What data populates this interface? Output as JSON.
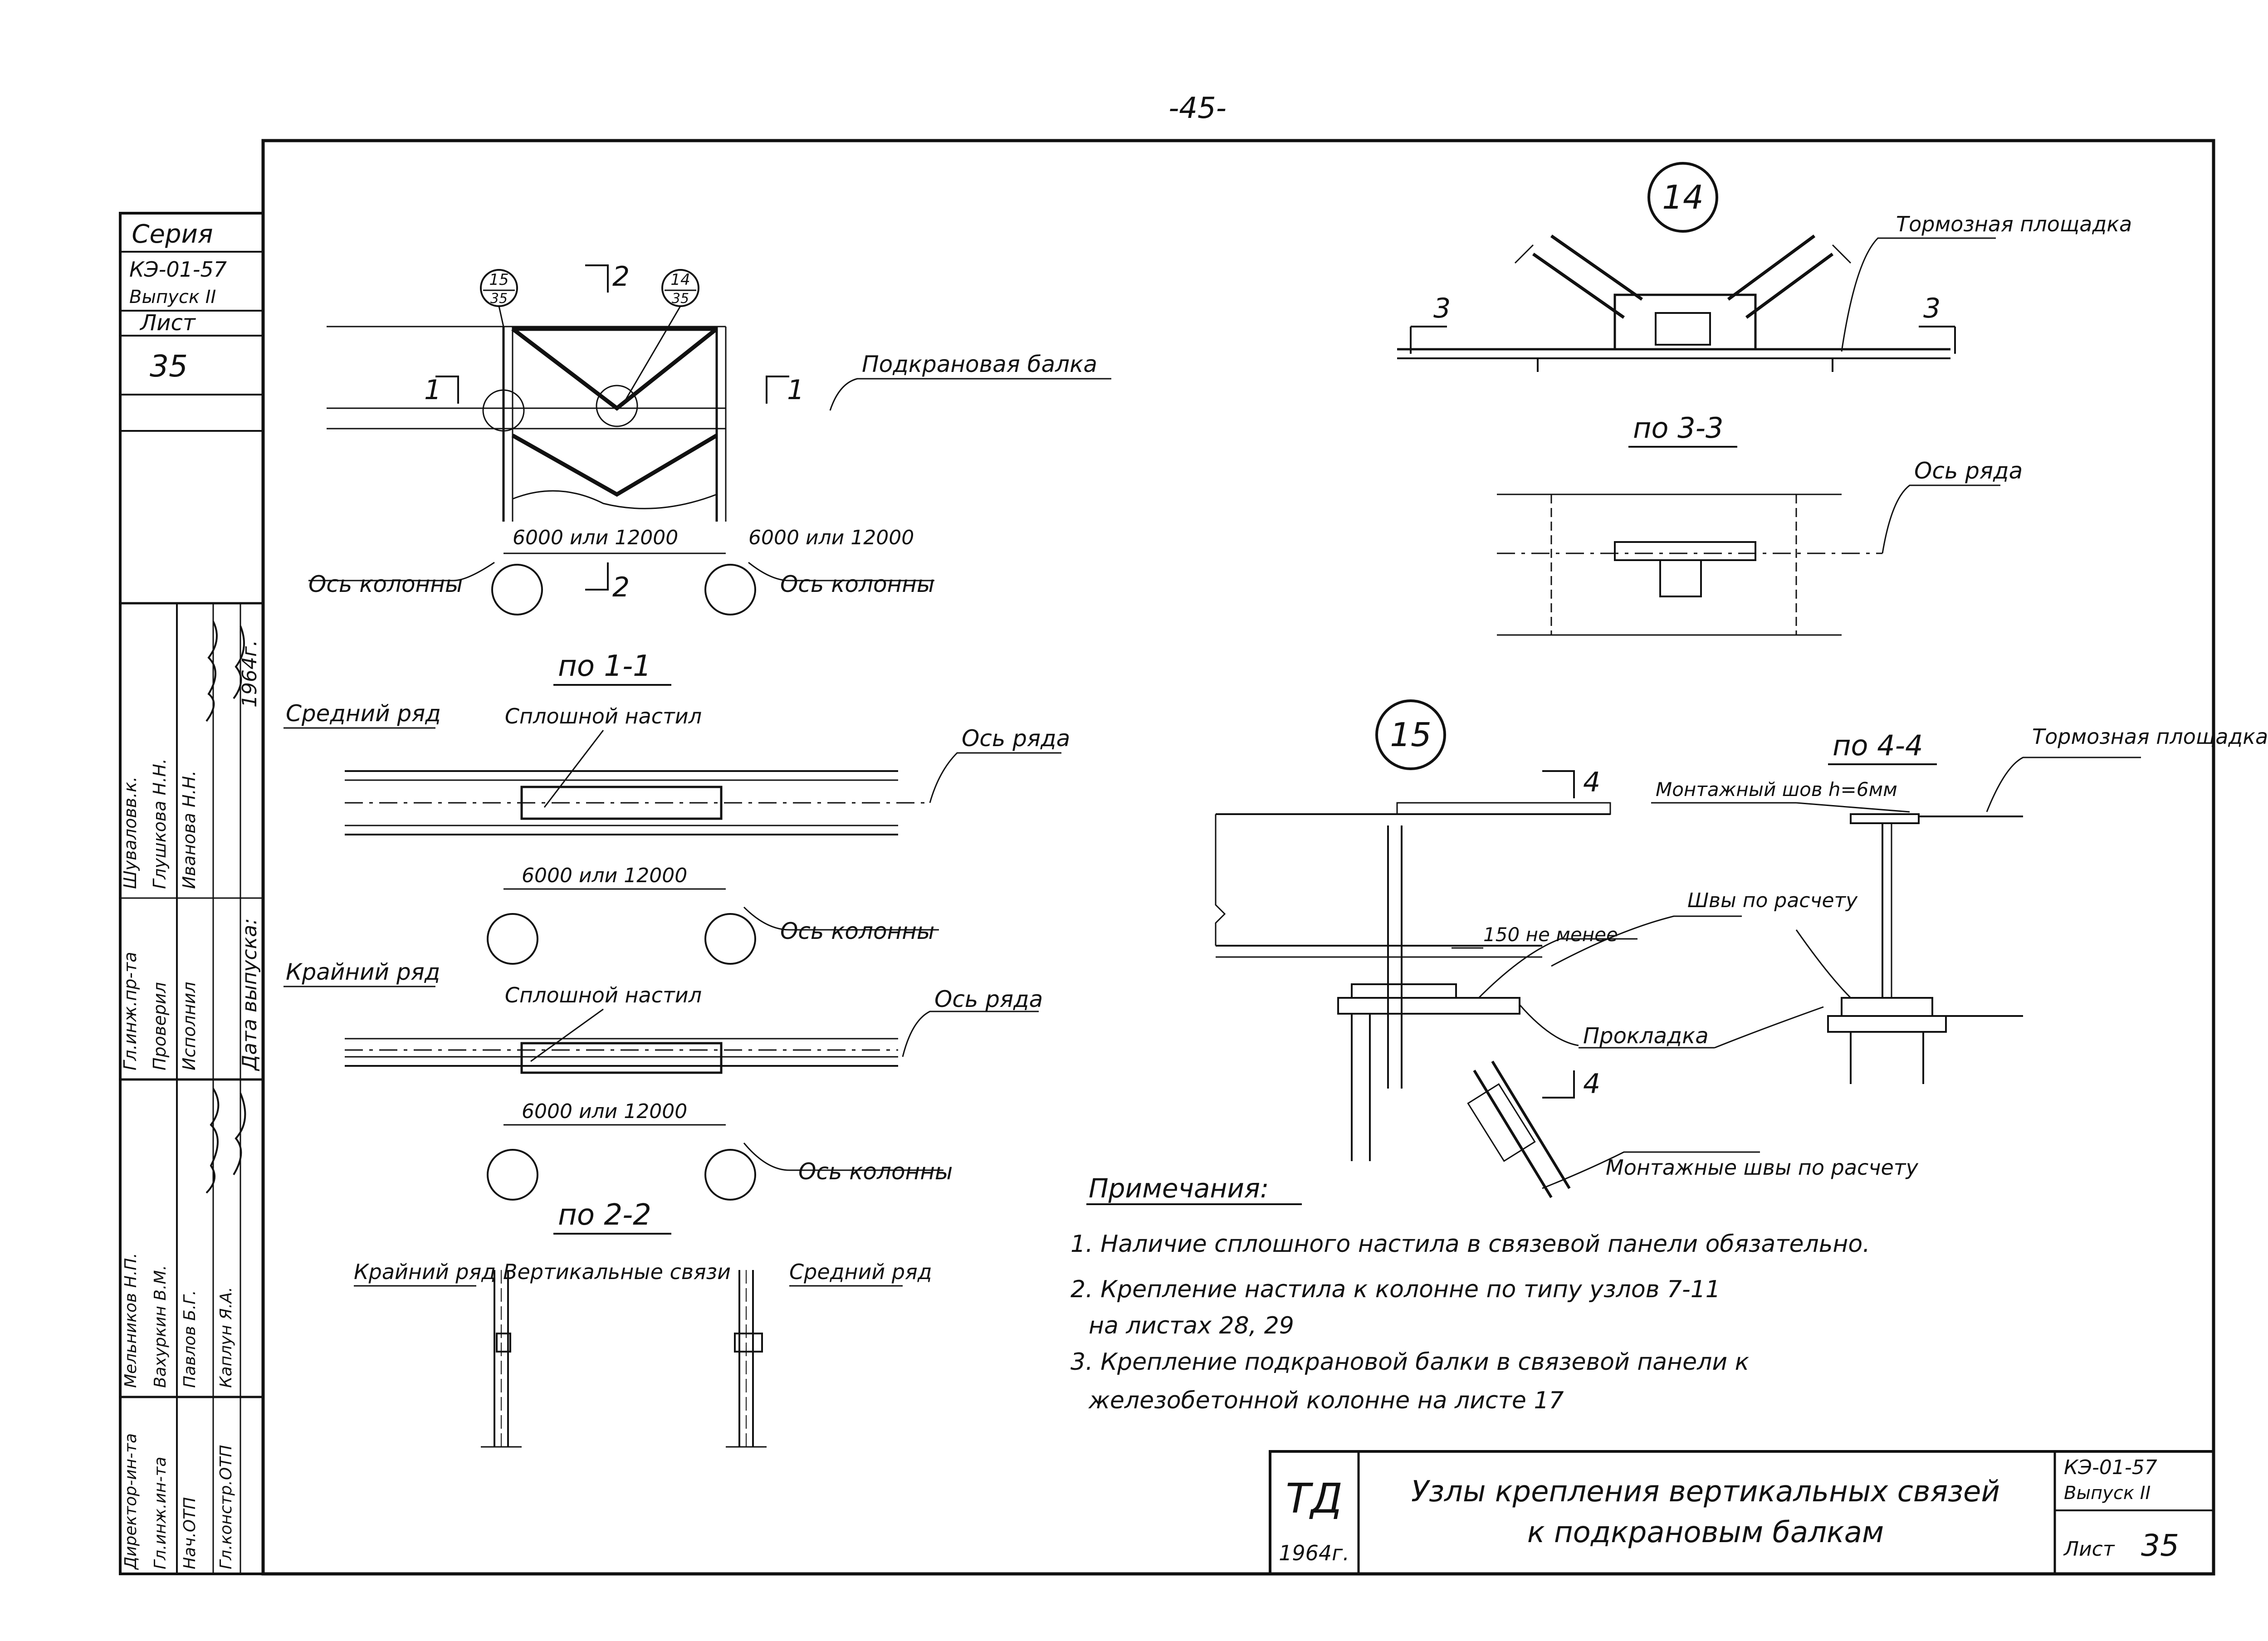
{
  "page_number": "-45-",
  "stamp": {
    "series_label": "Серия",
    "series_code": "КЭ-01-57",
    "issue": "Выпуск II",
    "sheet_label": "Лист",
    "sheet_no": "35",
    "year": "1964г.",
    "release_date_label": "Дата выпуска:",
    "roles": [
      {
        "role": "Гл.инж.пр-та",
        "name": "Шуваловв.к."
      },
      {
        "role": "Проверил",
        "name": "Глушкова Н.Н."
      },
      {
        "role": "Исполнил",
        "name": "Иванова Н.Н."
      },
      {
        "role": "Директор-ин-та",
        "name": "Мельников Н.П."
      },
      {
        "role": "Гл.инж.ин-та",
        "name": "Вахуркин В.М."
      },
      {
        "role": "Нач.ОТП",
        "name": "Павлов Б.Г."
      },
      {
        "role": "Гл.констр.ОТП",
        "name": "Каплун Я.А."
      }
    ]
  },
  "elevation": {
    "callout15_num": "15",
    "callout15_sheet": "35",
    "callout14_num": "14",
    "callout14_sheet": "35",
    "cut1": "1",
    "cut2": "2",
    "beam_label": "Подкрановая балка",
    "dim_left": "6000 или 12000",
    "dim_right": "6000 или 12000",
    "axis_left": "Ось колонны",
    "axis_right": "Ось колонны"
  },
  "section11": {
    "title": "по 1-1",
    "mid_row": "Средний ряд",
    "mid_deck": "Сплошной настил",
    "mid_axis": "Ось ряда",
    "mid_dim": "6000 или 12000",
    "mid_col_axis": "Ось колонны",
    "edge_row": "Крайний ряд",
    "edge_deck": "Сплошной настил",
    "edge_axis": "Ось ряда",
    "edge_dim": "6000 или 12000",
    "edge_col_axis": "Ось колонны"
  },
  "section22": {
    "title": "по 2-2",
    "left": "Крайний ряд",
    "middle": "Вертикальные связи",
    "right": "Средний ряд"
  },
  "node14": {
    "num": "14",
    "platform": "Тормозная площадка",
    "cut3": "3",
    "section_title": "по 3-3",
    "axis": "Ось ряда"
  },
  "node15": {
    "num": "15",
    "cut4": "4",
    "section_title": "по 4-4",
    "platform": "Тормозная площадка",
    "site_weld": "Монтажный шов h=6мм",
    "min150": "150 не менее",
    "calc_welds": "Швы по расчету",
    "shim": "Прокладка",
    "site_welds": "Монтажные швы по расчету"
  },
  "notes": {
    "title": "Примечания:",
    "items": [
      "1. Наличие сплошного настила в связевой панели обязательно.",
      "2. Крепление настила к колонне по типу узлов 7-11",
      "на листах 28, 29",
      "3. Крепление подкрановой балки в связевой панели к",
      "железобетонной колонне на листе 17"
    ]
  },
  "title_block": {
    "org": "ТД",
    "year": "1964г.",
    "title_line1": "Узлы крепления вертикальных связей",
    "title_line2": "к подкрановым балкам",
    "series_code": "КЭ-01-57",
    "issue": "Выпуск II",
    "sheet_label": "Лист",
    "sheet_no": "35"
  }
}
